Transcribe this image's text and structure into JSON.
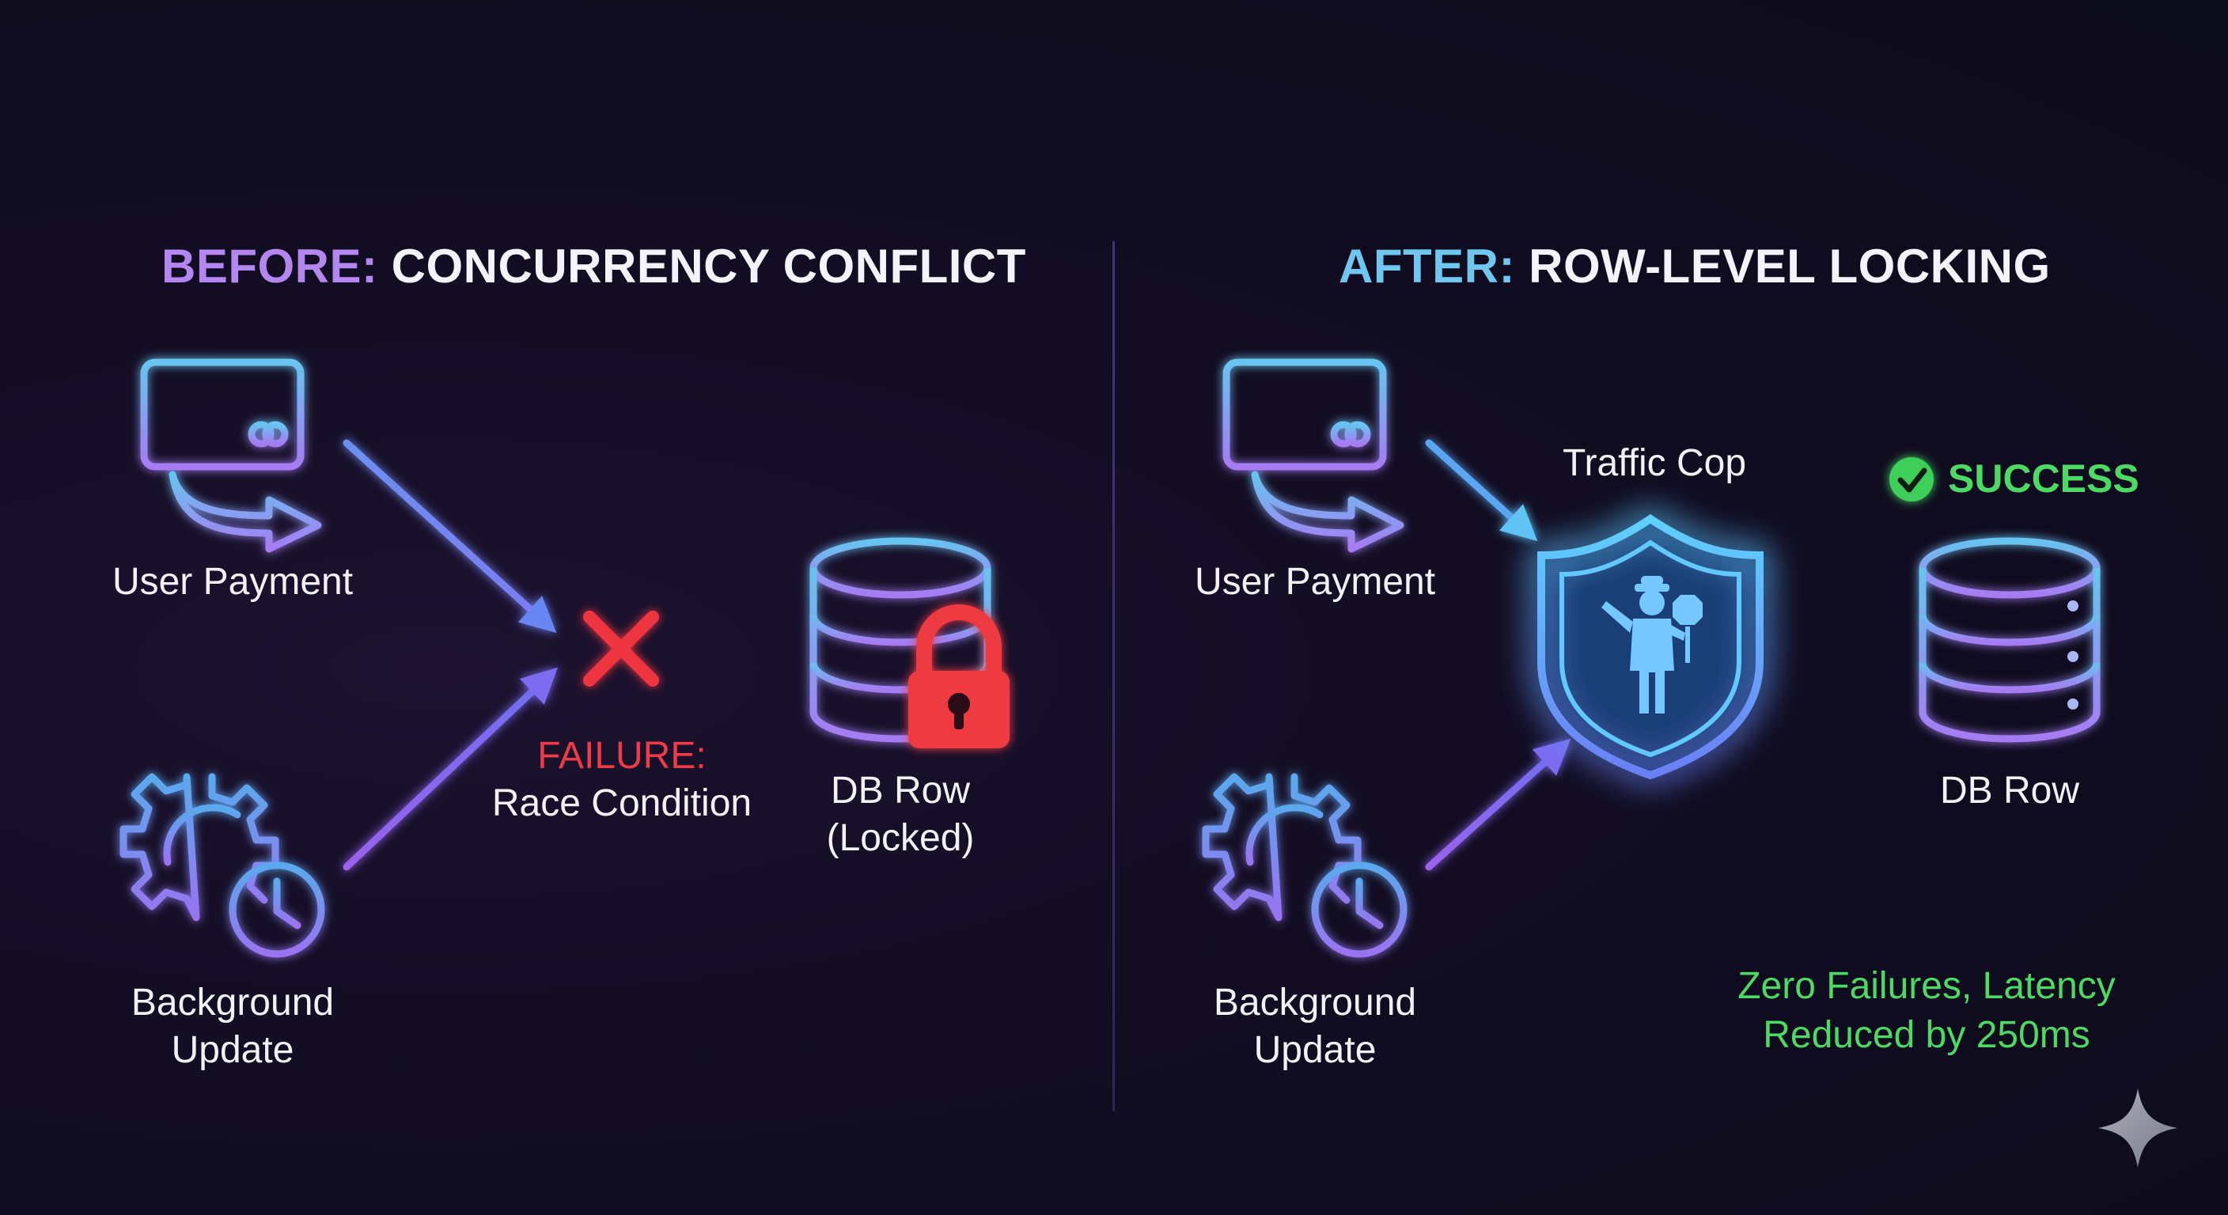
{
  "before": {
    "heading_prefix": "BEFORE:",
    "heading_rest": "CONCURRENCY CONFLICT",
    "user_payment_label": "User Payment",
    "background_update_line1": "Background",
    "background_update_line2": "Update",
    "failure_label": "FAILURE:",
    "failure_reason": "Race Condition",
    "db_row_label": "DB Row",
    "db_row_state": "(Locked)"
  },
  "after": {
    "heading_prefix": "AFTER:",
    "heading_rest": "ROW-LEVEL LOCKING",
    "user_payment_label": "User Payment",
    "background_update_line1": "Background",
    "background_update_line2": "Update",
    "traffic_cop_label": "Traffic Cop",
    "success_label": "SUCCESS",
    "db_row_label": "DB Row",
    "result_line1": "Zero Failures, Latency",
    "result_line2": "Reduced by 250ms"
  },
  "icons": {
    "payment": "credit-card-arrow-icon",
    "update": "gear-clock-icon",
    "failure": "red-x-icon",
    "database": "database-icon",
    "lock": "padlock-icon",
    "shield": "shield-traffic-cop-icon",
    "success": "check-circle-icon",
    "sparkle": "sparkle-icon"
  },
  "colors": {
    "before_accent": "#b486f0",
    "after_accent": "#6fc6ee",
    "failure": "#ef3b45",
    "success": "#4cd964",
    "lock": "#ee3a42"
  }
}
